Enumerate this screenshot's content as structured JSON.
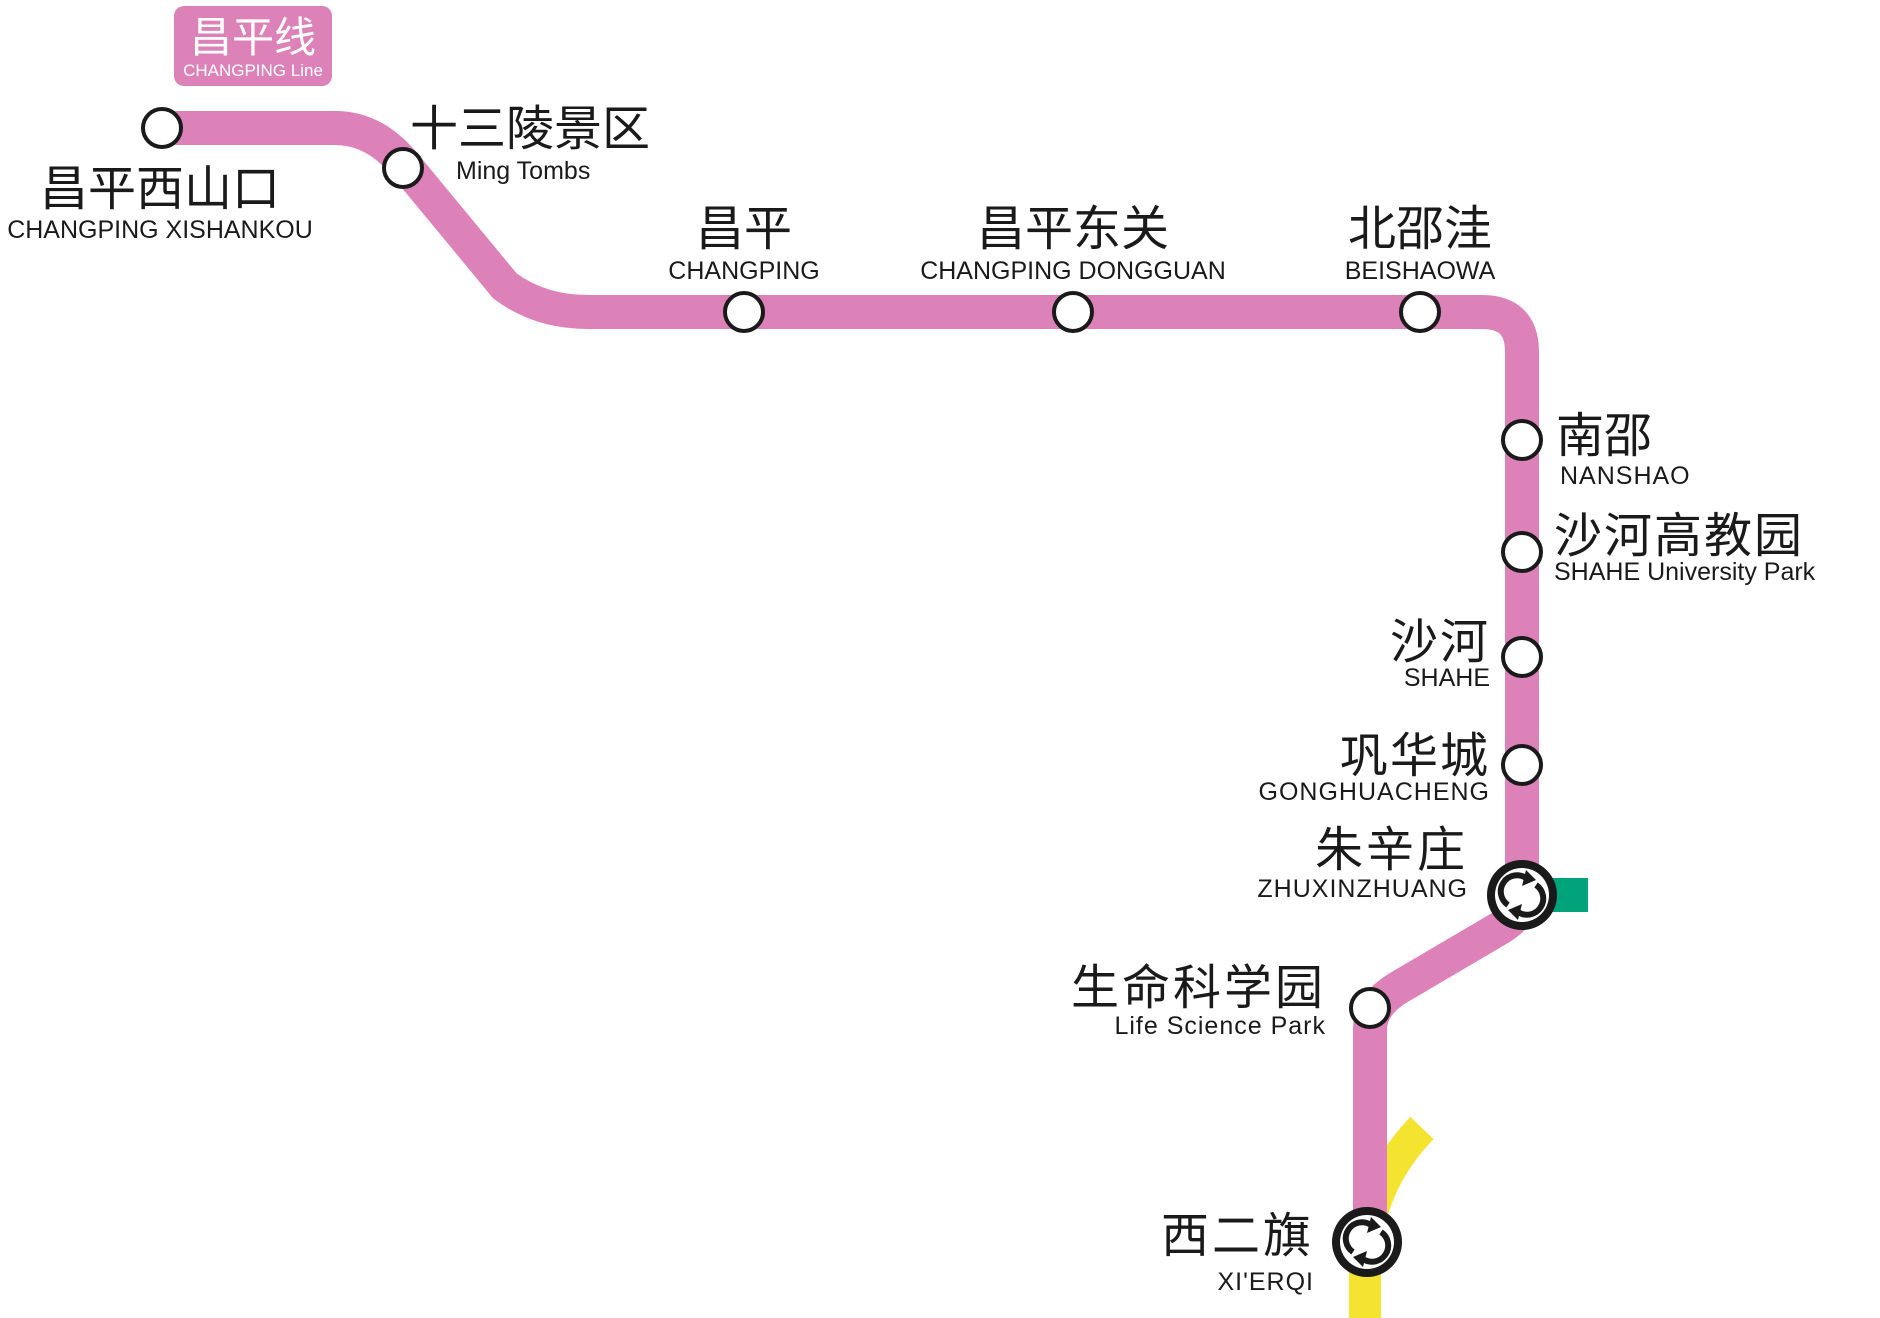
{
  "line": {
    "name_zh": "昌平线",
    "name_en": "CHANGPING Line",
    "color": "#dc82b8"
  },
  "connecting_lines": {
    "green_color": "#00a37a",
    "yellow_color": "#f4e32f"
  },
  "stations": [
    {
      "id": "changping-xishankou",
      "zh": "昌平西山口",
      "en": "CHANGPING XISHANKOU",
      "interchange": false
    },
    {
      "id": "ming-tombs",
      "zh": "十三陵景区",
      "en": "Ming Tombs",
      "interchange": false
    },
    {
      "id": "changping",
      "zh": "昌平",
      "en": "CHANGPING",
      "interchange": false
    },
    {
      "id": "changping-dongguan",
      "zh": "昌平东关",
      "en": "CHANGPING DONGGUAN",
      "interchange": false
    },
    {
      "id": "beishaowa",
      "zh": "北邵洼",
      "en": "BEISHAOWA",
      "interchange": false
    },
    {
      "id": "nanshao",
      "zh": "南邵",
      "en": "NANSHAO",
      "interchange": false
    },
    {
      "id": "shahe-university-park",
      "zh": "沙河高教园",
      "en": "SHAHE University Park",
      "interchange": false
    },
    {
      "id": "shahe",
      "zh": "沙河",
      "en": "SHAHE",
      "interchange": false
    },
    {
      "id": "gonghuacheng",
      "zh": "巩华城",
      "en": "GONGHUACHENG",
      "interchange": false
    },
    {
      "id": "zhuxinzhuang",
      "zh": "朱辛庄",
      "en": "ZHUXINZHUANG",
      "interchange": true
    },
    {
      "id": "life-science-park",
      "zh": "生命科学园",
      "en": "Life Science Park",
      "interchange": false
    },
    {
      "id": "xierqi",
      "zh": "西二旗",
      "en": "XI'ERQI",
      "interchange": true
    }
  ]
}
